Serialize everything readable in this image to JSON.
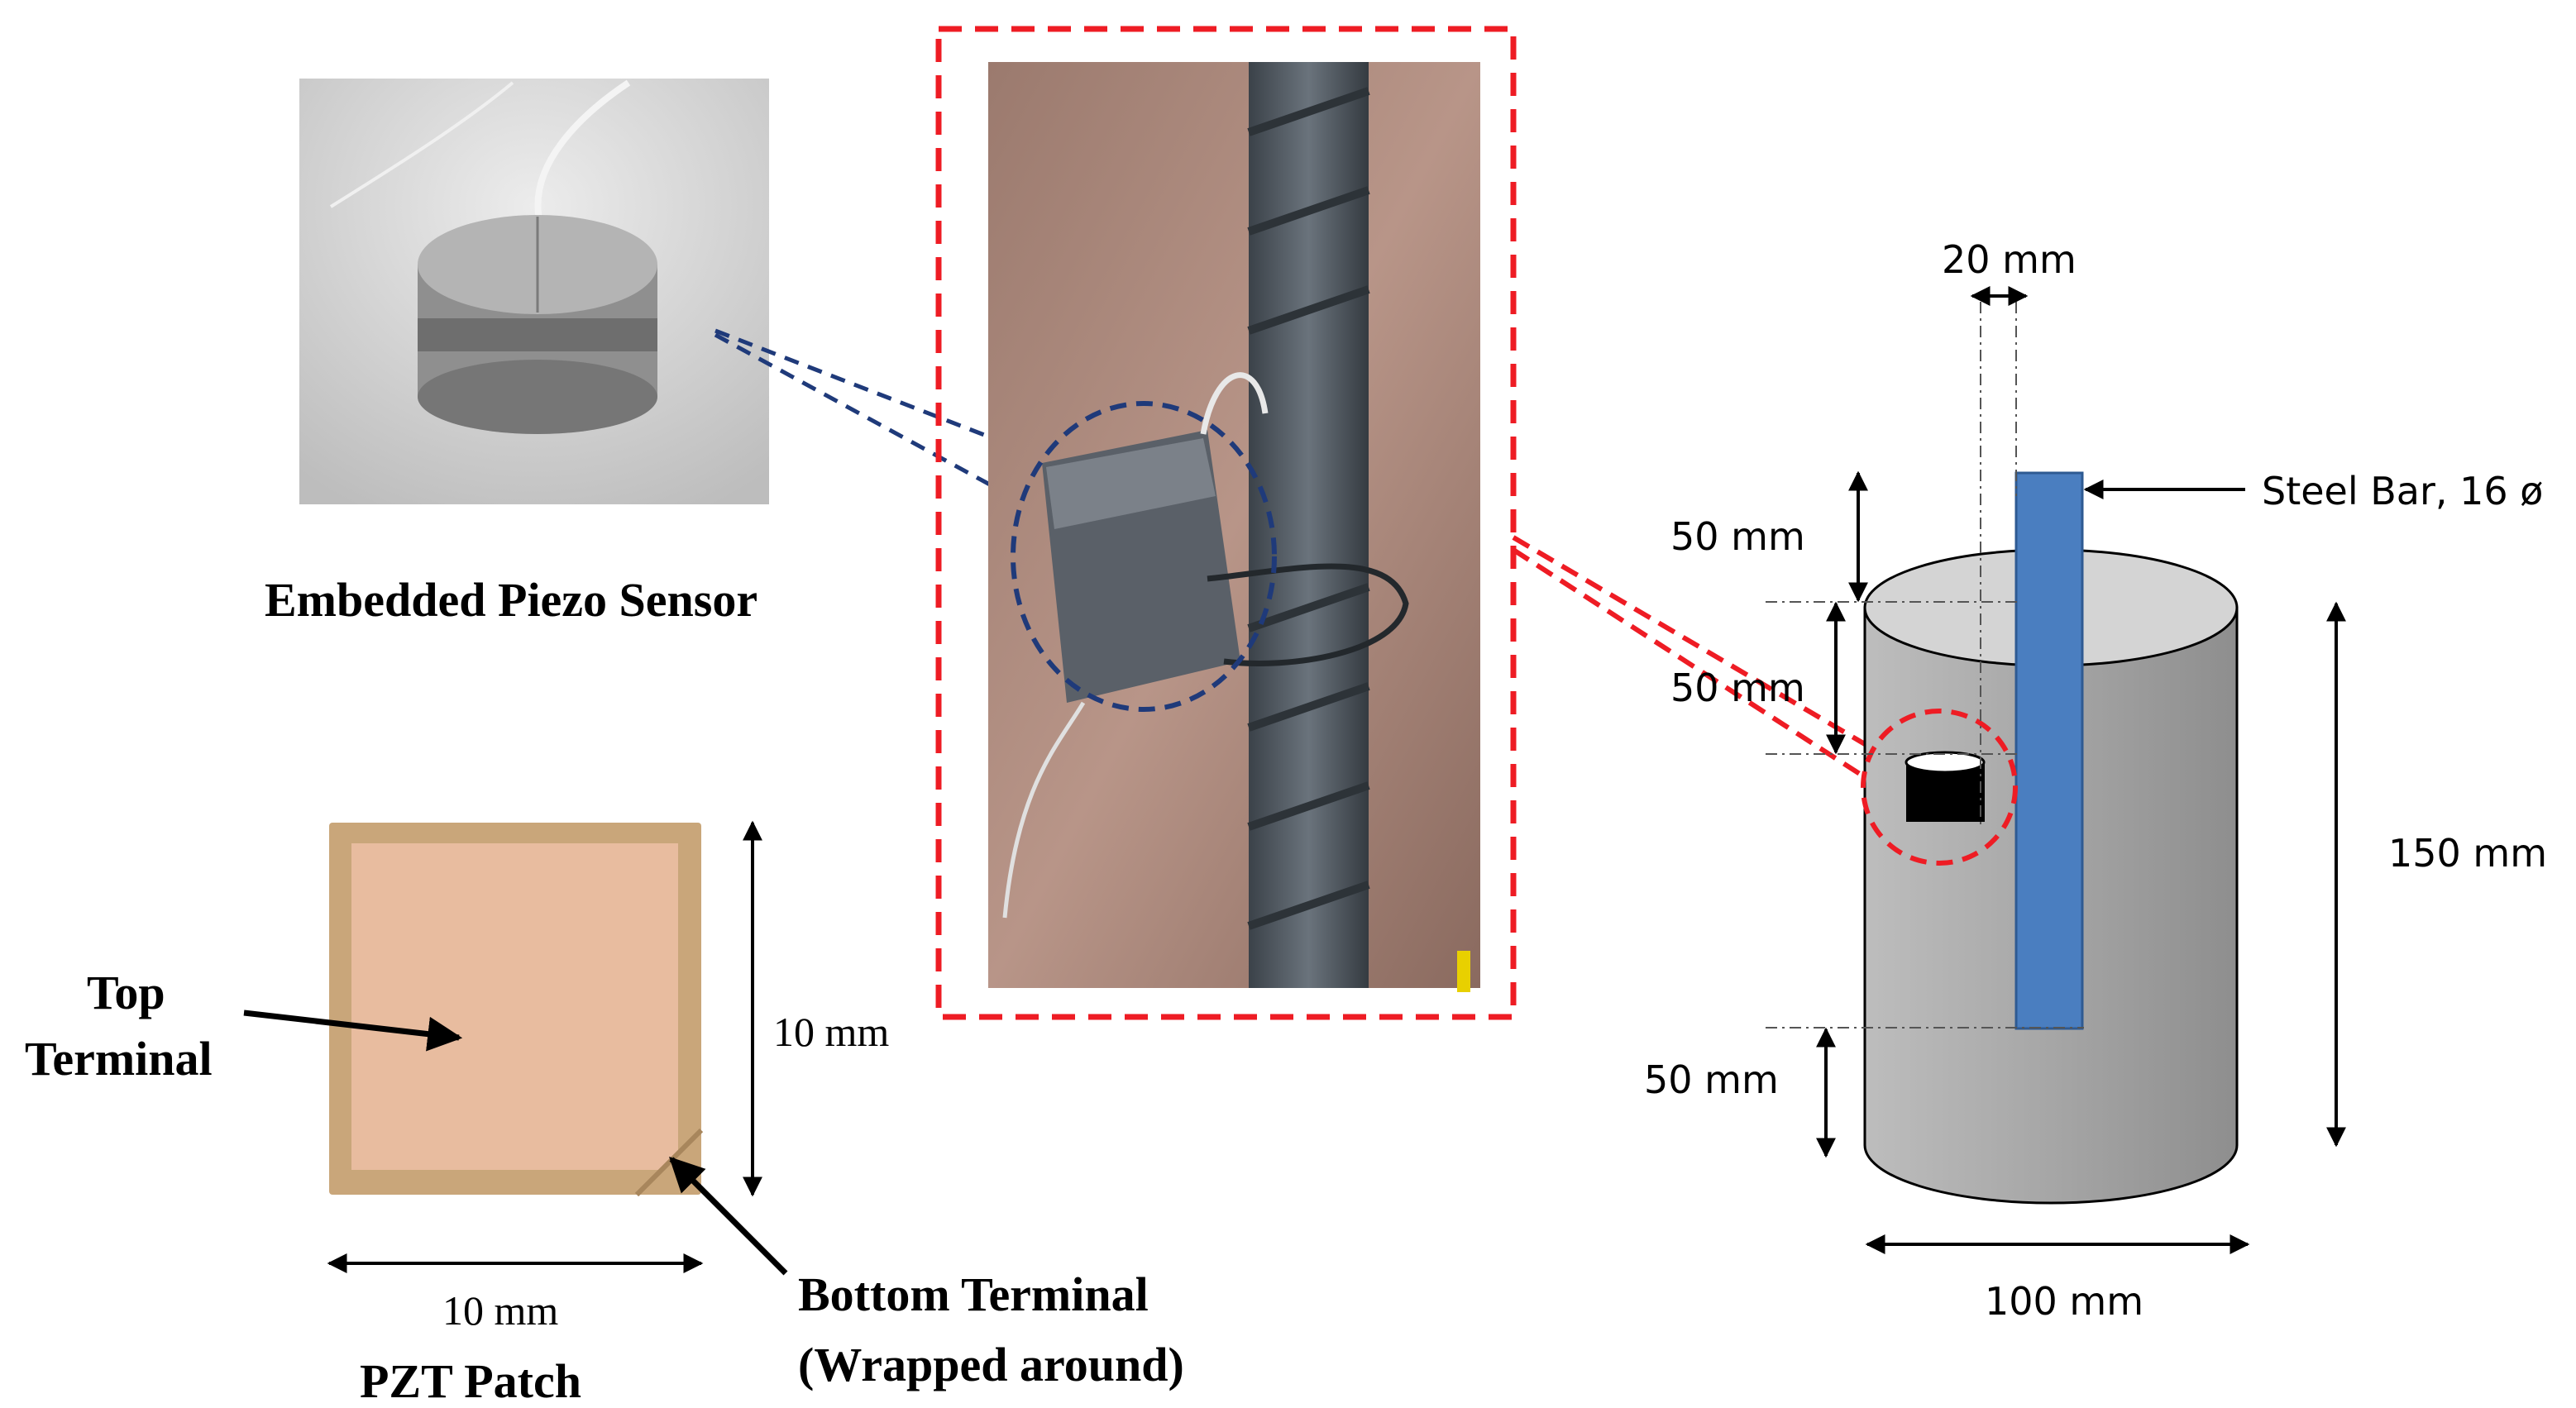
{
  "labels": {
    "embedded_sensor": "Embedded Piezo Sensor",
    "top_terminal_line1": "Top",
    "top_terminal_line2": "Terminal",
    "pzt_height": "10 mm",
    "pzt_width": "10 mm",
    "pzt_patch": "PZT Patch",
    "bottom_terminal_line1": "Bottom Terminal",
    "bottom_terminal_line2": "(Wrapped around)"
  },
  "cylinder": {
    "bar_width_dim": "20 mm",
    "steel_bar": "Steel Bar, 16 ø",
    "top_offset": "50 mm",
    "sensor_depth": "50 mm",
    "bottom_offset": "50 mm",
    "height": "150 mm",
    "diameter": "100 mm"
  },
  "colors": {
    "steel_bar": "#4a7ec0",
    "cylinder": "#a8a8a8",
    "cylinder_top": "#d4d4d4",
    "red_dash": "#ee1c24",
    "blue_dash": "#1f3a7a",
    "pzt_fill": "#e6b89a",
    "pzt_border": "#c9a67a"
  }
}
